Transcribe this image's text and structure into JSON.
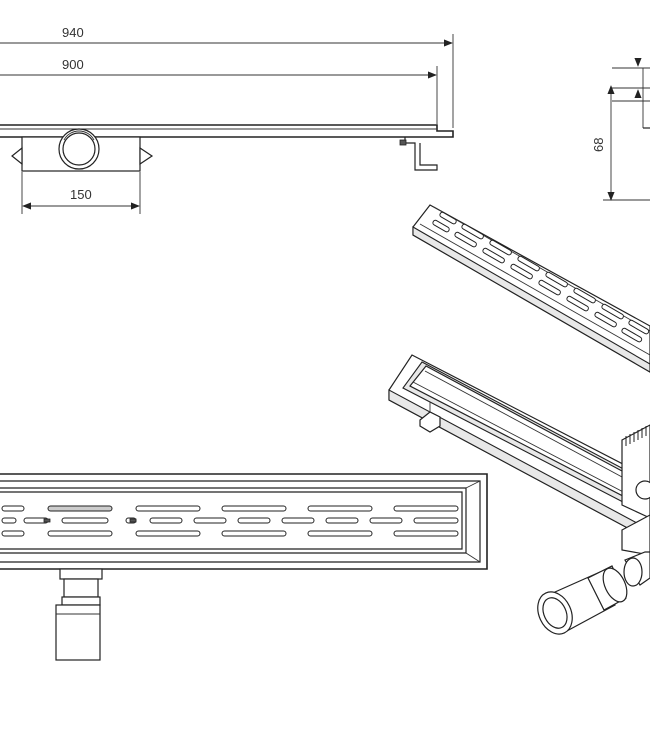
{
  "dimensions": {
    "overall_length": "940",
    "channel_length": "900",
    "outlet_width": "150",
    "height": "68"
  },
  "colors": {
    "line": "#222222",
    "background": "#ffffff"
  }
}
